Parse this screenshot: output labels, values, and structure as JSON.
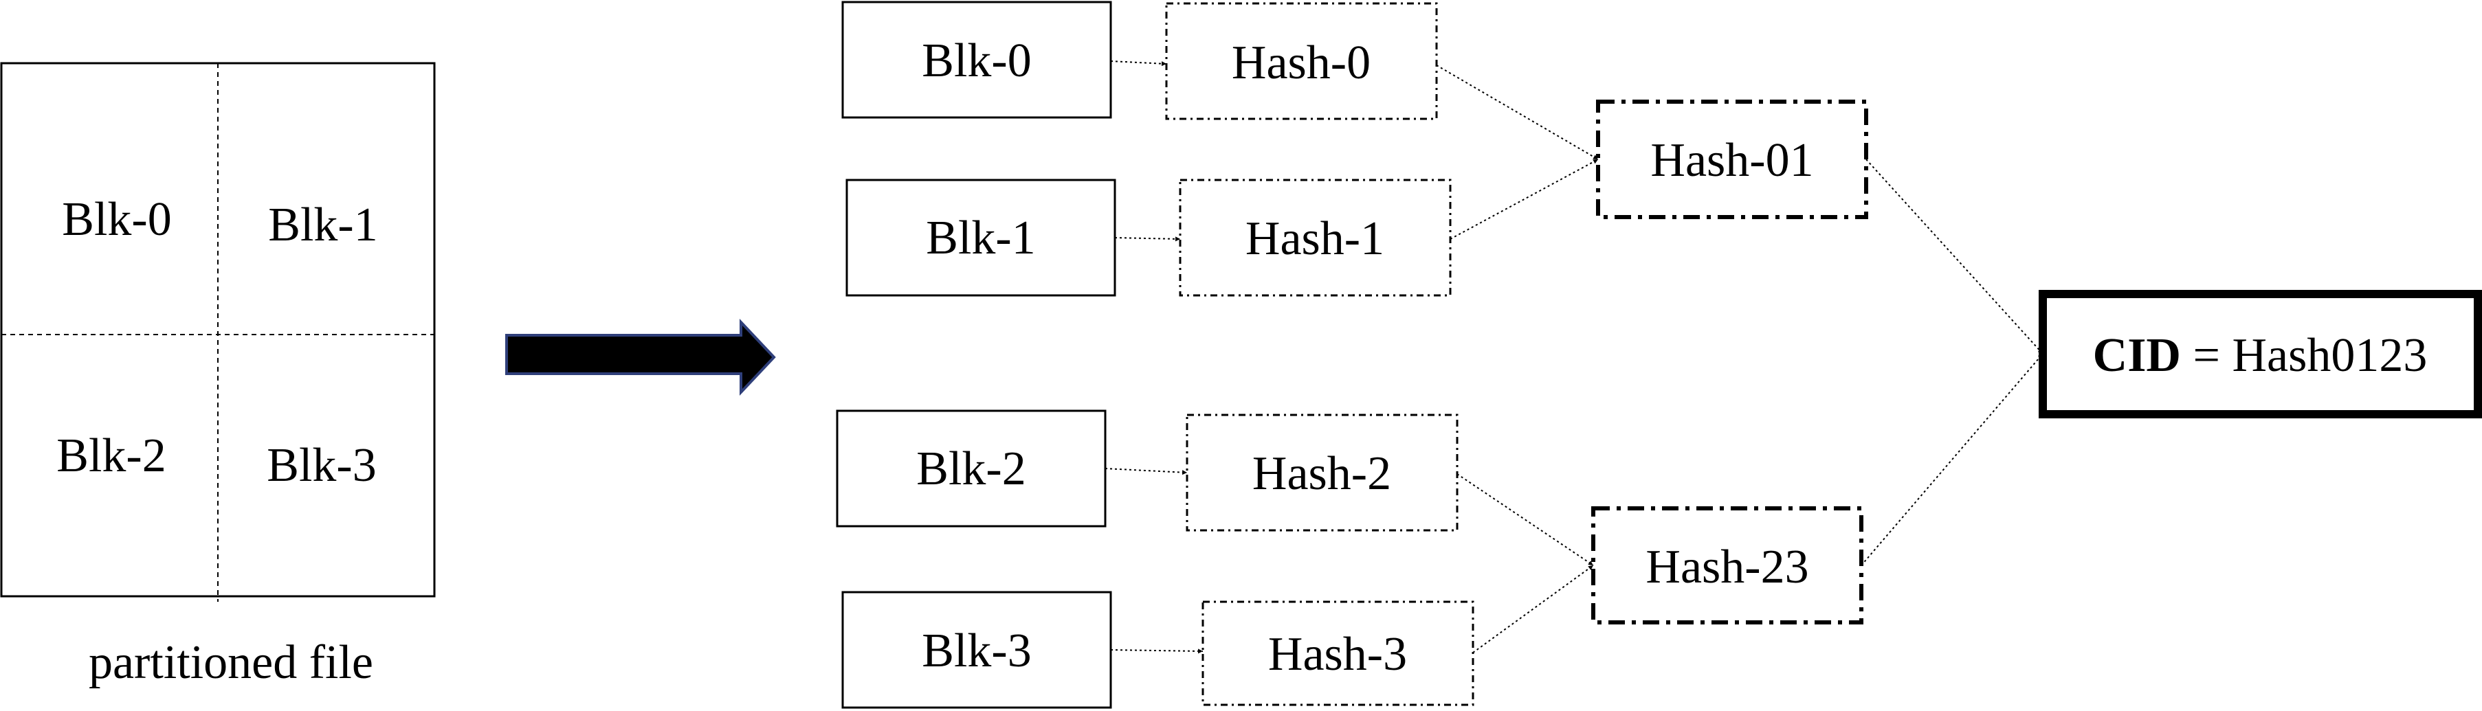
{
  "file": {
    "cells": [
      "Blk-0",
      "Blk-1",
      "Blk-2",
      "Blk-3"
    ],
    "caption": "partitioned file"
  },
  "blocks": [
    "Blk-0",
    "Blk-1",
    "Blk-2",
    "Blk-3"
  ],
  "hashes": [
    "Hash-0",
    "Hash-1",
    "Hash-2",
    "Hash-3"
  ],
  "parents": [
    "Hash-01",
    "Hash-23"
  ],
  "root": {
    "prefix": "CID",
    "value": " = Hash0123"
  }
}
